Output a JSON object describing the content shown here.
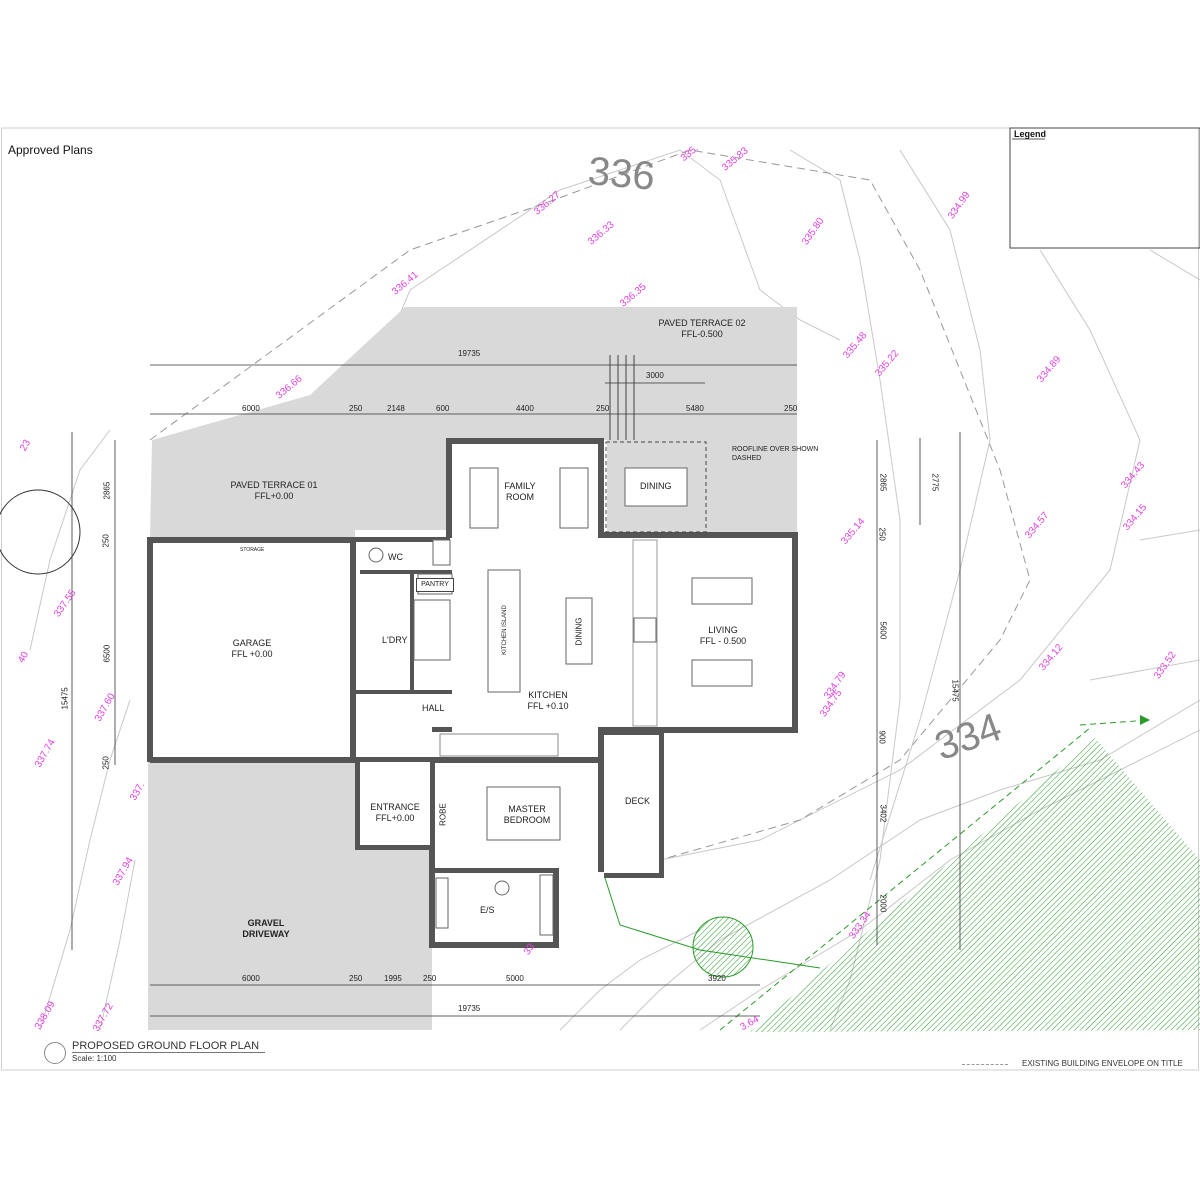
{
  "sheet": {
    "header_note": "Approved Plans",
    "legend_title": "Legend",
    "plan_title": "PROPOSED GROUND FLOOR PLAN",
    "plan_scale": "Scale: 1:100",
    "envelope_note": "EXISTING BUILDING ENVELOPE ON TITLE",
    "roofline_note": [
      "ROOFLINE OVER SHOWN",
      "DASHED"
    ]
  },
  "rooms": {
    "terrace02": [
      "PAVED TERRACE 02",
      "FFL-0.500"
    ],
    "terrace01": [
      "PAVED TERRACE 01",
      "FFL+0.00"
    ],
    "family": [
      "FAMILY",
      "ROOM"
    ],
    "dining_terrace": "DINING",
    "storage": "STORAGE",
    "wc": "WC",
    "pantry": "PANTRY",
    "garage": [
      "GARAGE",
      "FFL +0.00"
    ],
    "laundry": "L'DRY",
    "kitchen_island": "KITCHEN ISLAND",
    "dining": "DINING",
    "living": [
      "LIVING",
      "FFL - 0.500"
    ],
    "kitchen": [
      "KITCHEN",
      "FFL +0.10"
    ],
    "hall": "HALL",
    "deck": "DECK",
    "entrance": [
      "ENTRANCE",
      "FFL+0.00"
    ],
    "robe": "ROBE",
    "master": [
      "MASTER",
      "BEDROOM"
    ],
    "ensuite": "E/S",
    "driveway": [
      "GRAVEL",
      "DRIVEWAY"
    ]
  },
  "dimensions": {
    "top_overall": "19735",
    "top_terrace": "3000",
    "top_row": [
      "6000",
      "250",
      "2148",
      "600",
      "4400",
      "250",
      "5480",
      "250"
    ],
    "bottom_row": [
      "6000",
      "250",
      "1995",
      "250",
      "5000",
      "3920"
    ],
    "bottom_overall": "19735",
    "left_overall": "15475",
    "left_row": [
      "2865",
      "250",
      "6500",
      "250"
    ],
    "right_overall": "15475",
    "right_row": [
      "2865",
      "250",
      "5600",
      "900",
      "3402",
      "2000"
    ],
    "right_terrace": "2775"
  },
  "contours": {
    "major": [
      "336",
      "334"
    ],
    "spot_levels": [
      "335.",
      "335.83",
      "336.27",
      "336.33",
      "334.99",
      "335.80",
      "336.41",
      "336.35",
      "335.48",
      "335.22",
      "334.89",
      "336.66",
      "334.43",
      "334.15",
      "334.57",
      "335.14",
      "337.55",
      "334.12",
      "333.52",
      "337.60",
      "334.79",
      "334.75",
      "337.74",
      "337.",
      "337.94",
      "333.34",
      "338.09",
      "337.72",
      "3.64",
      "23",
      "40",
      "33"
    ]
  },
  "colors": {
    "paving": "#d9d9d9",
    "wall": "#555555",
    "contour_label": "#e040e0",
    "landscape": "#2a9a2a"
  }
}
